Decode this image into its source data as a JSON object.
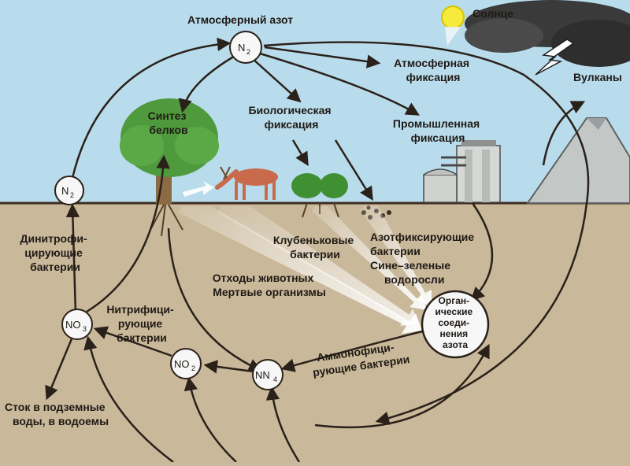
{
  "labels": {
    "atmospheric_nitrogen": "Атмосферный азот",
    "sun": "Солнце",
    "atmospheric_fixation": [
      "Атмосферная",
      "фиксация"
    ],
    "volcanoes": "Вулканы",
    "protein_synthesis": [
      "Синтез",
      "белков"
    ],
    "biological_fixation": [
      "Биологическая",
      "фиксация"
    ],
    "industrial_fixation": [
      "Промышленная",
      "фиксация"
    ],
    "denitrifying_bacteria": [
      "Динитрофи-",
      "цирующие",
      "бактерии"
    ],
    "nodule_bacteria": [
      "Клубеньковые",
      "бактерии"
    ],
    "nitrogen_fixing_bacteria": [
      "Азотфиксирующие",
      "бактерии",
      "Сине–зеленые",
      "водоросли"
    ],
    "animal_waste": [
      "Отходы животных",
      "Мертвые организмы"
    ],
    "organic_compounds": [
      "Орган-",
      "ические",
      "соеди-",
      "нения",
      "азота"
    ],
    "nitrifying_bacteria": [
      "Нитрифици-",
      "рующие",
      "бактерии"
    ],
    "ammonifying_bacteria": [
      "Аммонофици-",
      "рующие бактерии"
    ],
    "runoff": [
      "Сток в подземные",
      "воды, в водоемы"
    ]
  },
  "nodes": {
    "n2_top": {
      "main": "N",
      "sub": "2"
    },
    "n2_left": {
      "main": "N",
      "sub": "2"
    },
    "no3": {
      "main": "NO",
      "sub": "3"
    },
    "no2": {
      "main": "NO",
      "sub": "2"
    },
    "nn4": {
      "main": "NN",
      "sub": "4"
    }
  },
  "colors": {
    "sky": "#b9dcec",
    "soil": "#c9b89a",
    "soil_edge": "#3b2e22",
    "arrow": "#2a211a",
    "tree_foliage": "#4f9a3c",
    "deer": "#c96a4d",
    "sun": "#f6ea3c"
  }
}
